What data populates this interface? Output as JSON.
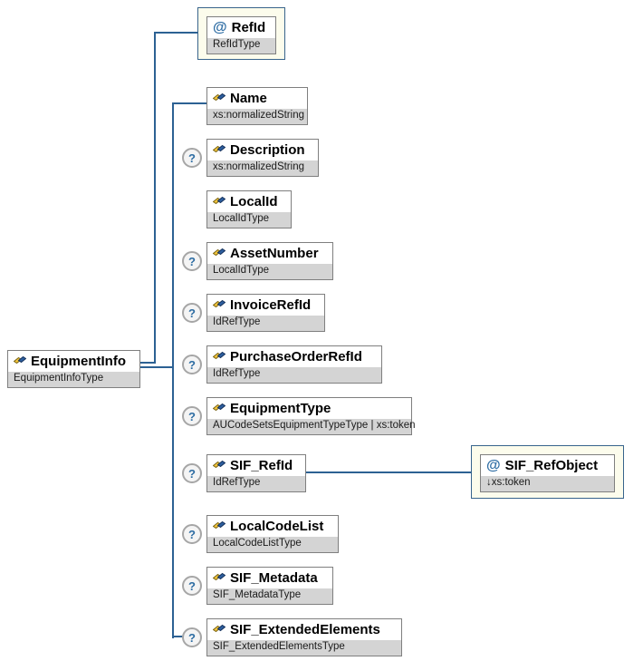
{
  "diagram": {
    "root": {
      "name": "EquipmentInfo",
      "type": "EquipmentInfoType"
    },
    "root_attribute": {
      "marker": "@",
      "name": "RefId",
      "type": "RefIdType"
    },
    "ref_attribute": {
      "marker": "@",
      "name": "SIF_RefObject",
      "type": "↓xs:token"
    },
    "optional_marker": "?",
    "children": [
      {
        "name": "Name",
        "type": "xs:normalizedString"
      },
      {
        "name": "Description",
        "type": "xs:normalizedString"
      },
      {
        "name": "LocalId",
        "type": "LocalIdType"
      },
      {
        "name": "AssetNumber",
        "type": "LocalIdType"
      },
      {
        "name": "InvoiceRefId",
        "type": "IdRefType"
      },
      {
        "name": "PurchaseOrderRefId",
        "type": "IdRefType"
      },
      {
        "name": "EquipmentType",
        "type": "AUCodeSetsEquipmentTypeType | xs:token"
      },
      {
        "name": "SIF_RefId",
        "type": "IdRefType"
      },
      {
        "name": "LocalCodeList",
        "type": "LocalCodeListType"
      },
      {
        "name": "SIF_Metadata",
        "type": "SIF_MetadataType"
      },
      {
        "name": "SIF_ExtendedElements",
        "type": "SIF_ExtendedElementsType"
      }
    ],
    "colors": {
      "connector_line": "#2c6193",
      "attribute_highlight_bg": "#fcfcec",
      "attribute_highlight_border": "#38648c",
      "subtitle_bg": "#d4d4d4",
      "optional_badge_text": "#2e6da3"
    }
  }
}
